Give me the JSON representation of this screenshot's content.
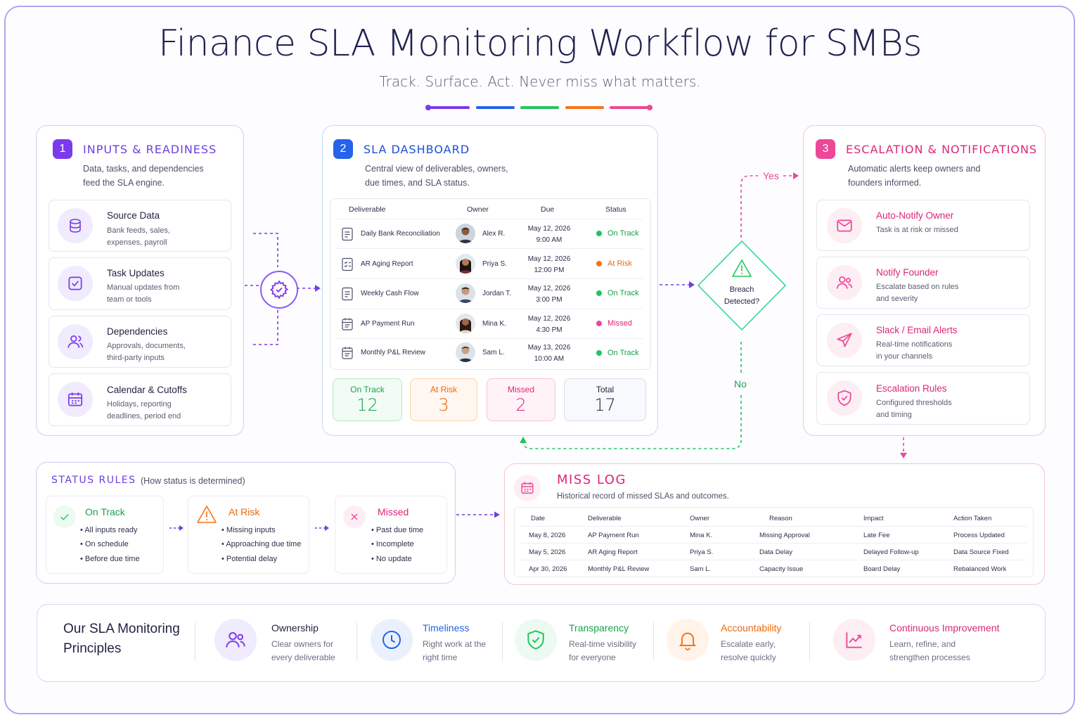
{
  "header": {
    "title": "Finance SLA Monitoring Workflow for SMBs",
    "subtitle": "Track. Surface. Act. Never miss what matters.",
    "accent_colors": [
      "#7c3aed",
      "#2563eb",
      "#22c55e",
      "#f97316",
      "#ec4899"
    ]
  },
  "inputs": {
    "number": "1",
    "title": "INPUTS & READINESS",
    "desc_line1": "Data, tasks, and dependencies",
    "desc_line2": "feed the SLA engine.",
    "items": [
      {
        "title": "Source Data",
        "desc1": "Bank feeds, sales,",
        "desc2": "expenses, payroll",
        "icon": "database-icon"
      },
      {
        "title": "Task Updates",
        "desc1": "Manual updates from",
        "desc2": "team or tools",
        "icon": "checkbox-icon"
      },
      {
        "title": "Dependencies",
        "desc1": "Approvals, documents,",
        "desc2": "third-party inputs",
        "icon": "users-icon"
      },
      {
        "title": "Calendar & Cutoffs",
        "desc1": "Holidays, reporting",
        "desc2": "deadlines, period end",
        "icon": "calendar-icon"
      }
    ]
  },
  "dashboard": {
    "number": "2",
    "title": "SLA DASHBOARD",
    "desc_line1": "Central view of deliverables, owners,",
    "desc_line2": "due times, and SLA status.",
    "columns": [
      "Deliverable",
      "Owner",
      "Due",
      "Status"
    ],
    "rows": [
      {
        "deliverable": "Daily Bank Reconciliation",
        "owner": "Alex R.",
        "due_date": "May 12, 2026",
        "due_time": "9:00 AM",
        "status": "On Track"
      },
      {
        "deliverable": "AR Aging Report",
        "owner": "Priya S.",
        "due_date": "May 12, 2026",
        "due_time": "12:00 PM",
        "status": "At Risk"
      },
      {
        "deliverable": "Weekly Cash Flow",
        "owner": "Jordan T.",
        "due_date": "May 12, 2026",
        "due_time": "3:00 PM",
        "status": "On Track"
      },
      {
        "deliverable": "AP Payment Run",
        "owner": "Mina K.",
        "due_date": "May 12, 2026",
        "due_time": "4:30 PM",
        "status": "Missed"
      },
      {
        "deliverable": "Monthly P&L Review",
        "owner": "Sam L.",
        "due_date": "May 13, 2026",
        "due_time": "10:00 AM",
        "status": "On Track"
      }
    ],
    "kpis": [
      {
        "label": "On Track",
        "value": "12"
      },
      {
        "label": "At Risk",
        "value": "3"
      },
      {
        "label": "Missed",
        "value": "2"
      },
      {
        "label": "Total",
        "value": "17"
      }
    ],
    "status_colors": {
      "On Track": "#22c55e",
      "At Risk": "#f97316",
      "Missed": "#ec4899"
    }
  },
  "decision": {
    "label_line1": "Breach",
    "label_line2": "Detected?",
    "yes": "Yes",
    "no": "No"
  },
  "escalation": {
    "number": "3",
    "title": "ESCALATION & NOTIFICATIONS",
    "desc_line1": "Automatic alerts keep owners and",
    "desc_line2": "founders informed.",
    "items": [
      {
        "title": "Auto-Notify Owner",
        "desc1": "Task is at risk or missed",
        "desc2": "",
        "icon": "mail-icon"
      },
      {
        "title": "Notify Founder",
        "desc1": "Escalate based on rules",
        "desc2": "and severity",
        "icon": "people-icon"
      },
      {
        "title": "Slack / Email Alerts",
        "desc1": "Real-time notifications",
        "desc2": "in your channels",
        "icon": "send-icon"
      },
      {
        "title": "Escalation Rules",
        "desc1": "Configured thresholds",
        "desc2": "and timing",
        "icon": "shield-check-icon"
      }
    ]
  },
  "status_rules": {
    "title": "STATUS RULES",
    "subtitle": "(How status is determined)",
    "rules": [
      {
        "title": "On Track",
        "items": [
          "All inputs ready",
          "On schedule",
          "Before due time"
        ]
      },
      {
        "title": "At Risk",
        "items": [
          "Missing inputs",
          "Approaching due time",
          "Potential delay"
        ]
      },
      {
        "title": "Missed",
        "items": [
          "Past due time",
          "Incomplete",
          "No update"
        ]
      }
    ]
  },
  "miss_log": {
    "title": "MISS LOG",
    "desc": "Historical record of missed SLAs and outcomes.",
    "columns": [
      "Date",
      "Deliverable",
      "Owner",
      "Reason",
      "Impact",
      "Action Taken"
    ],
    "rows": [
      [
        "May 8, 2026",
        "AP Payment Run",
        "Mina K.",
        "Missing Approval",
        "Late Fee",
        "Process Updated"
      ],
      [
        "May 5, 2026",
        "AR Aging Report",
        "Priya S.",
        "Data Delay",
        "Delayed Follow-up",
        "Data Source Fixed"
      ],
      [
        "Apr 30, 2026",
        "Monthly P&L Review",
        "Sam L.",
        "Capacity Issue",
        "Board Delay",
        "Rebalanced Work"
      ]
    ]
  },
  "principles": {
    "heading_line1": "Our SLA Monitoring",
    "heading_line2": "Principles",
    "items": [
      {
        "title": "Ownership",
        "desc1": "Clear owners for",
        "desc2": "every deliverable",
        "icon": "people-icon"
      },
      {
        "title": "Timeliness",
        "desc1": "Right work at the",
        "desc2": "right time",
        "icon": "clock-icon"
      },
      {
        "title": "Transparency",
        "desc1": "Real-time visibility",
        "desc2": "for everyone",
        "icon": "shield-check-icon"
      },
      {
        "title": "Accountability",
        "desc1": "Escalate early,",
        "desc2": "resolve quickly",
        "icon": "bell-icon"
      },
      {
        "title": "Continuous Improvement",
        "desc1": "Learn, refine, and",
        "desc2": "strengthen processes",
        "icon": "trend-up-icon"
      }
    ]
  }
}
